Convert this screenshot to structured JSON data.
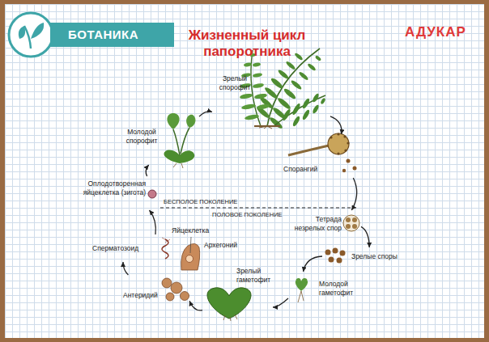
{
  "diagram": {
    "title": "Жизненный цикл папоротника",
    "nodes": [
      {
        "text": [
          "БОТАНИКА"
        ]
      },
      {
        "text": [
          "Зрелый спорофит"
        ]
      },
      {
        "text": [
          "Спорангий"
        ]
      },
      {
        "text": [
          "Тетрада незрелых спор"
        ]
      },
      {
        "text": [
          "Зрелые споры"
        ]
      },
      {
        "text": [
          "Молодой гаметофит"
        ]
      },
      {
        "text": [
          "Зрелый гаметофит"
        ]
      },
      {
        "text": [
          "Антеридий"
        ]
      },
      {
        "text": [
          "Сперматозоид"
        ]
      },
      {
        "text": [
          "Оплодотворенная яйцеклетка (зигота)"
        ]
      },
      {
        "text": [
          "Молодой спорофит"
        ]
      }
    ],
    "edges": [
      {
        "from": 1,
        "to": 2,
        "arrow": "to"
      },
      {
        "from": 2,
        "to": 3,
        "arrow": "to"
      },
      {
        "from": 3,
        "to": 4,
        "arrow": "to"
      },
      {
        "from": 4,
        "to": 5,
        "arrow": "to"
      },
      {
        "from": 5,
        "to": 6,
        "arrow": "to"
      },
      {
        "from": 6,
        "to": 7,
        "arrow": "to"
      },
      {
        "from": 7,
        "to": 8,
        "arrow": "to"
      },
      {
        "from": 8,
        "to": 9,
        "arrow": "to"
      },
      {
        "from": 9,
        "to": 10,
        "arrow": "to"
      },
      {
        "from": 10,
        "to": 1,
        "arrow": "to"
      }
    ],
    "labels": [
      "АДУКАР",
      "БЕСПОЛОЕ ПОКОЛЕНИЕ",
      "ПОЛОВОЕ ПОКОЛЕНИЕ",
      "Яйцеклетка",
      "Архегоний"
    ]
  }
}
